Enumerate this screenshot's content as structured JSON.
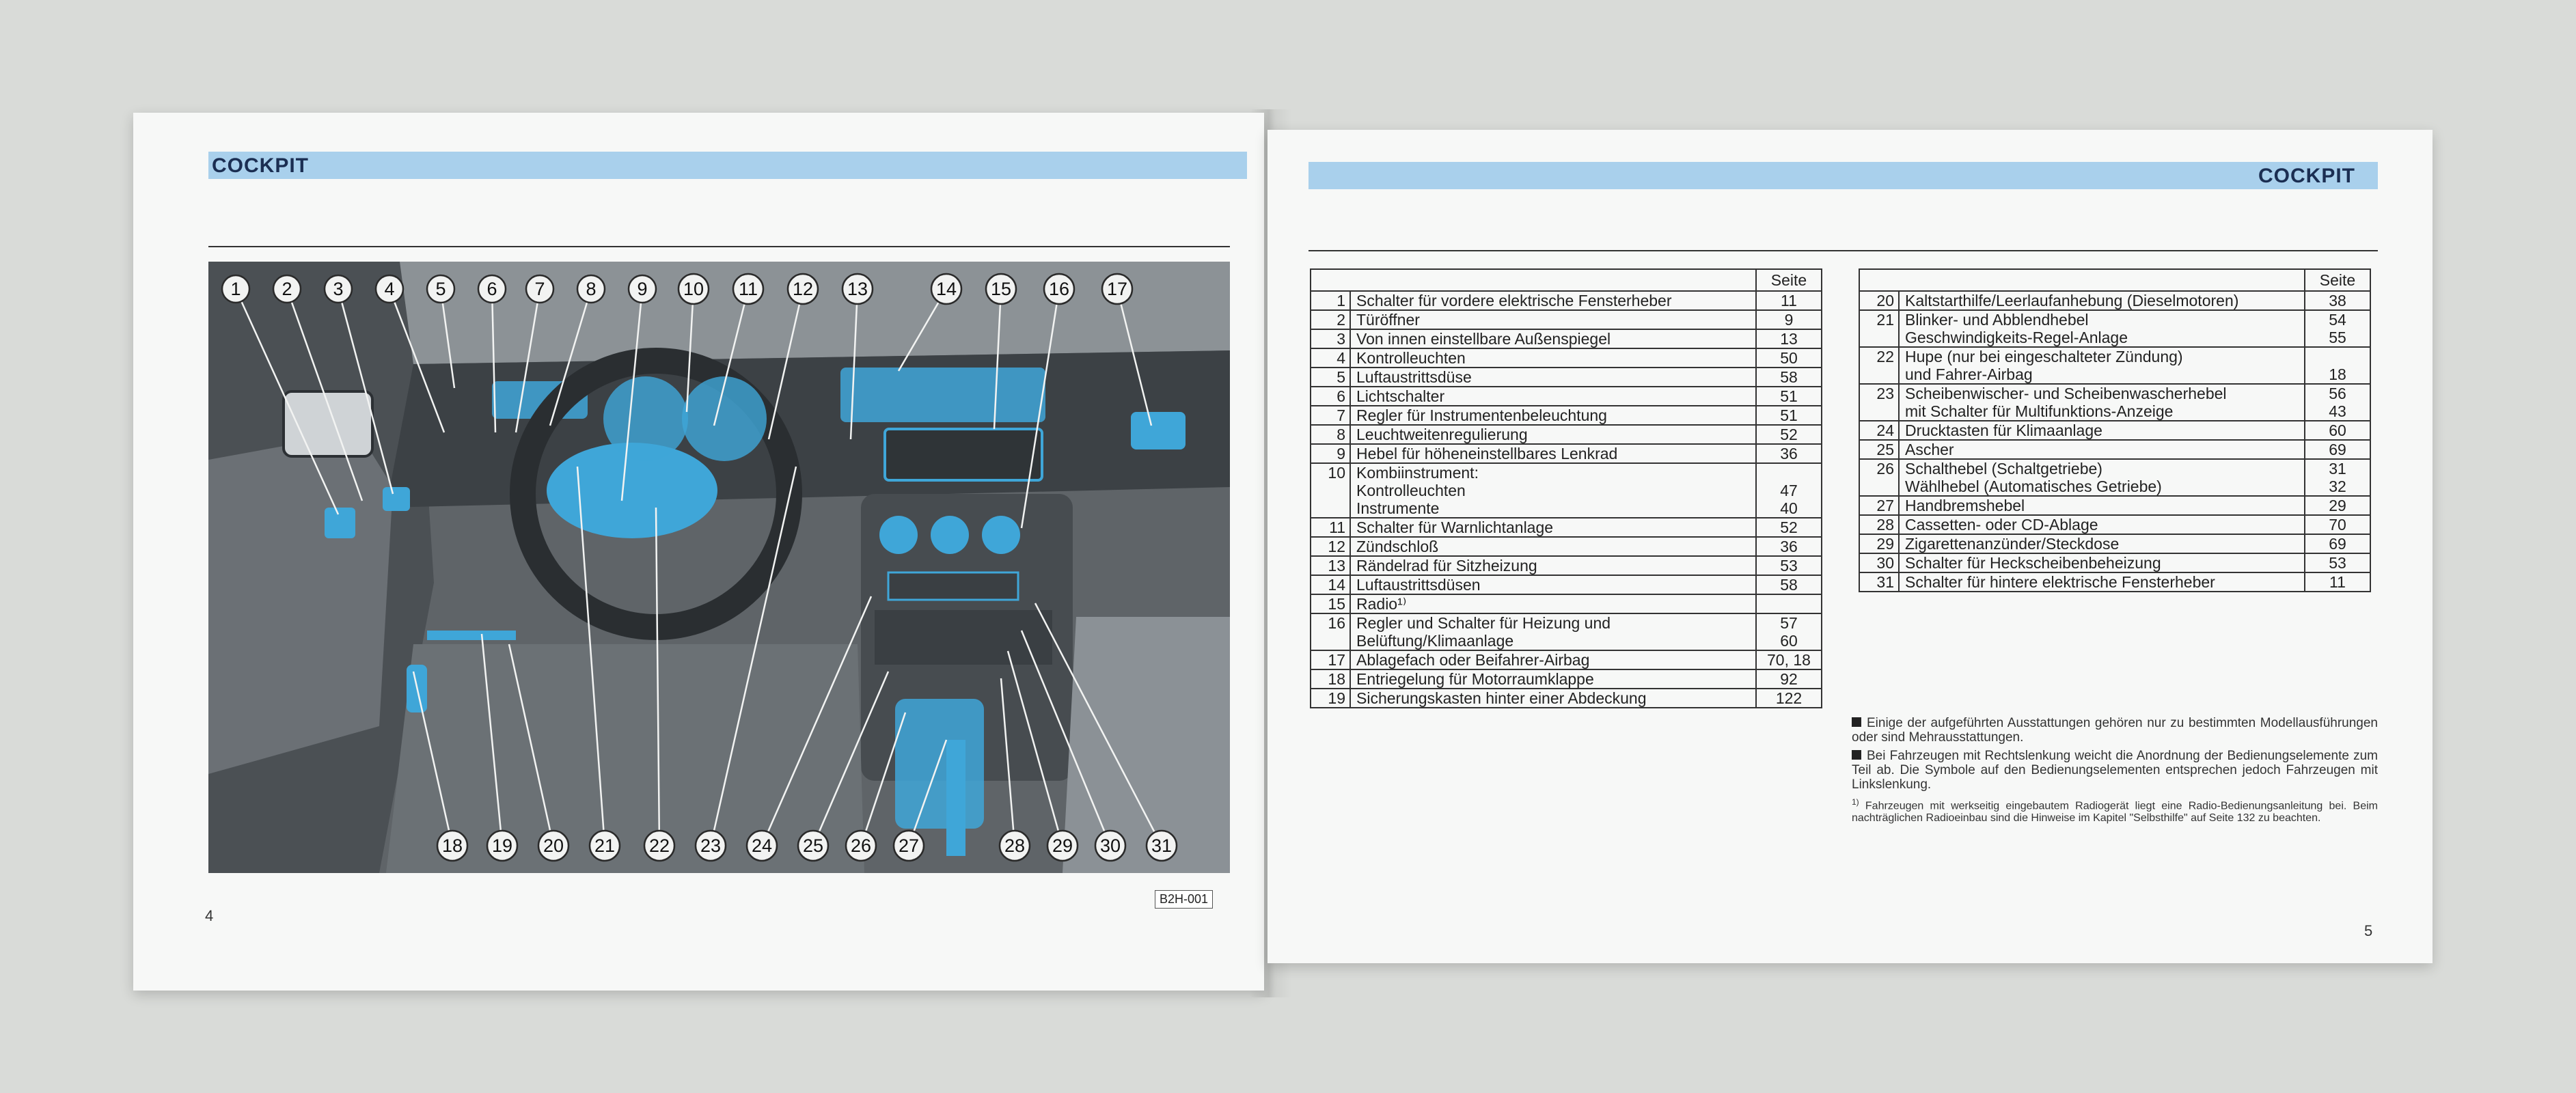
{
  "left_page": {
    "section_title": "COCKPIT",
    "page_number": "4",
    "figure_code": "B2H-001",
    "callouts": [
      "1",
      "2",
      "3",
      "4",
      "5",
      "6",
      "7",
      "8",
      "9",
      "10",
      "11",
      "12",
      "13",
      "14",
      "15",
      "16",
      "17",
      "18",
      "19",
      "20",
      "21",
      "22",
      "23",
      "24",
      "25",
      "26",
      "27",
      "28",
      "29",
      "30",
      "31"
    ]
  },
  "right_page": {
    "section_title": "COCKPIT",
    "page_number": "5",
    "table_header": "Seite",
    "left_table": [
      {
        "num": "1",
        "label": "Schalter für vordere elektrische Fensterheber",
        "page": "11"
      },
      {
        "num": "2",
        "label": "Türöffner",
        "page": "9"
      },
      {
        "num": "3",
        "label": "Von innen einstellbare Außenspiegel",
        "page": "13"
      },
      {
        "num": "4",
        "label": "Kontrolleuchten",
        "page": "50"
      },
      {
        "num": "5",
        "label": "Luftaustrittsdüse",
        "page": "58"
      },
      {
        "num": "6",
        "label": "Lichtschalter",
        "page": "51"
      },
      {
        "num": "7",
        "label": "Regler für Instrumentenbeleuchtung",
        "page": "51"
      },
      {
        "num": "8",
        "label": "Leuchtweitenregulierung",
        "page": "52"
      },
      {
        "num": "9",
        "label": "Hebel für höheneinstellbares Lenkrad",
        "page": "36"
      },
      {
        "num": "10",
        "label": "Kombiinstrument:\nKontrolleuchten\nInstrumente",
        "page": "\n47\n40"
      },
      {
        "num": "11",
        "label": "Schalter für Warnlichtanlage",
        "page": "52"
      },
      {
        "num": "12",
        "label": "Zündschloß",
        "page": "36"
      },
      {
        "num": "13",
        "label": "Rändelrad für Sitzheizung",
        "page": "53"
      },
      {
        "num": "14",
        "label": "Luftaustrittsdüsen",
        "page": "58"
      },
      {
        "num": "15",
        "label": "Radio¹⁾",
        "page": ""
      },
      {
        "num": "16",
        "label": "Regler und Schalter für Heizung und\nBelüftung/Klimaanlage",
        "page": "57\n60"
      },
      {
        "num": "17",
        "label": "Ablagefach oder Beifahrer-Airbag",
        "page": "70, 18"
      },
      {
        "num": "18",
        "label": "Entriegelung für Motorraumklappe",
        "page": "92"
      },
      {
        "num": "19",
        "label": "Sicherungskasten hinter einer Abdeckung",
        "page": "122"
      }
    ],
    "right_table": [
      {
        "num": "20",
        "label": "Kaltstarthilfe/Leerlaufanhebung (Dieselmotoren)",
        "page": "38"
      },
      {
        "num": "21",
        "label": "Blinker- und Abblendhebel\nGeschwindigkeits-Regel-Anlage",
        "page": "54\n55"
      },
      {
        "num": "22",
        "label": "Hupe (nur bei eingeschalteter Zündung)\nund Fahrer-Airbag",
        "page": "\n18"
      },
      {
        "num": "23",
        "label": "Scheibenwischer- und Scheibenwascherhebel\nmit Schalter für Multifunktions-Anzeige",
        "page": "56\n43"
      },
      {
        "num": "24",
        "label": "Drucktasten für Klimaanlage",
        "page": "60"
      },
      {
        "num": "25",
        "label": "Ascher",
        "page": "69"
      },
      {
        "num": "26",
        "label": "Schalthebel (Schaltgetriebe)\nWählhebel (Automatisches Getriebe)",
        "page": "31\n32"
      },
      {
        "num": "27",
        "label": "Handbremshebel",
        "page": "29"
      },
      {
        "num": "28",
        "label": "Cassetten- oder CD-Ablage",
        "page": "70"
      },
      {
        "num": "29",
        "label": "Zigarettenanzünder/Steckdose",
        "page": "69"
      },
      {
        "num": "30",
        "label": "Schalter für Heckscheibenbeheizung",
        "page": "53"
      },
      {
        "num": "31",
        "label": "Schalter für hintere elektrische Fensterheber",
        "page": "11"
      }
    ],
    "notes": [
      "Einige der aufgeführten Ausstattungen gehören nur zu bestimmten Modellausführungen oder sind Mehrausstattungen.",
      "Bei Fahrzeugen mit Rechtslenkung weicht die Anordnung der Bedienungselemente zum Teil ab. Die Symbole auf den Bedienungselementen entsprechen jedoch Fahrzeugen mit Linkslenkung."
    ],
    "footnote_marker": "1)",
    "footnote": "Fahrzeugen mit werkseitig eingebautem Radiogerät liegt eine Radio-Bedienungsanleitung bei. Beim nachträglichen Radioeinbau sind die Hinweise im Kapitel \"Selbsthilfe\" auf Seite 132 zu beachten."
  }
}
